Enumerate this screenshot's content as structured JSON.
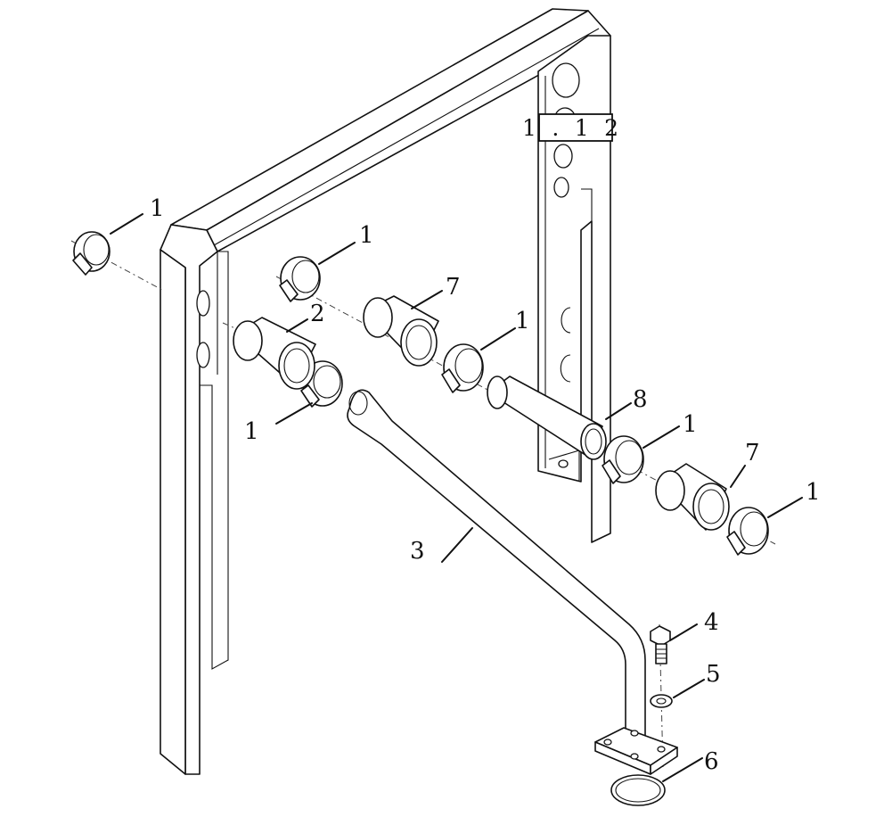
{
  "diagram": {
    "reference_box": "1 . 1 2",
    "callouts": {
      "clamp_far_left": "1",
      "clamp_upper_left": "1",
      "clamp_lower_left": "1",
      "clamp_middle": "1",
      "clamp_right_upper": "1",
      "clamp_right_lower": "1",
      "hose_left": "2",
      "pipe": "3",
      "bolt": "4",
      "washer": "5",
      "seal_ring": "6",
      "hose_middle": "7",
      "hose_right": "7",
      "tube": "8"
    }
  }
}
